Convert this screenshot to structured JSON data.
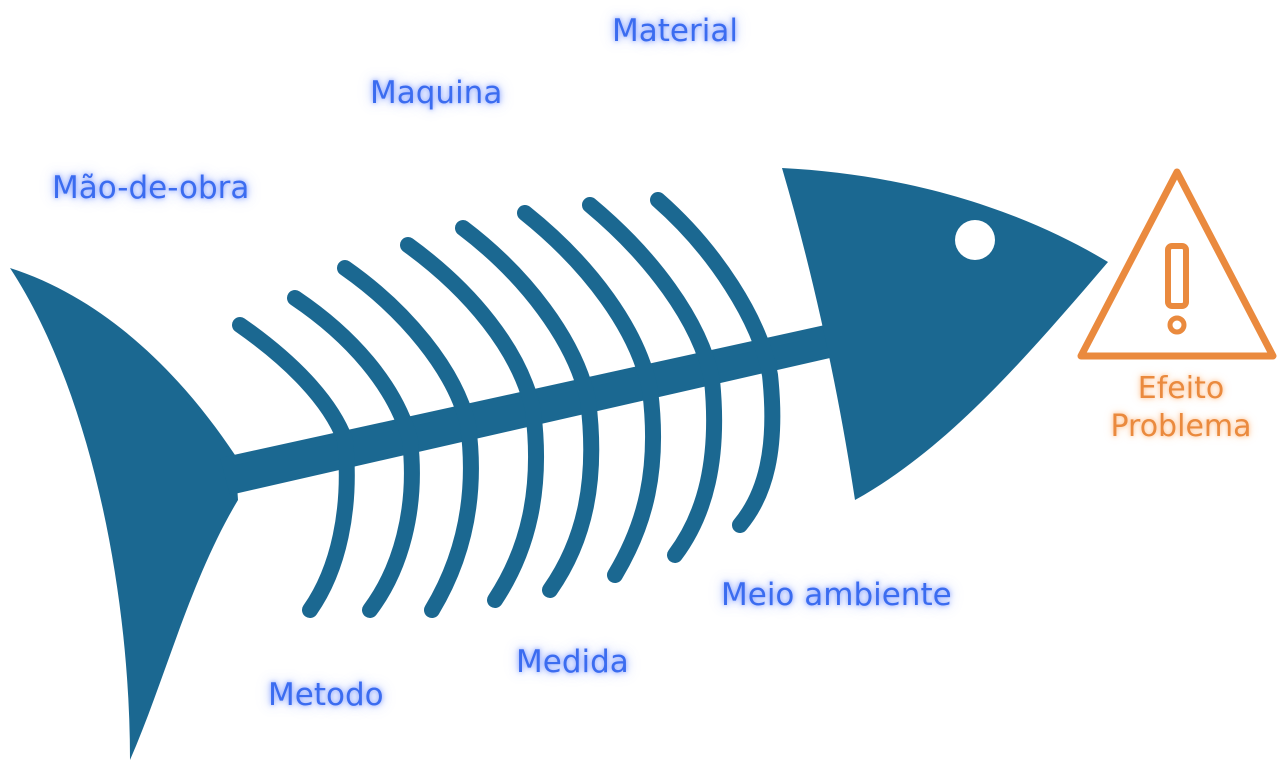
{
  "colors": {
    "fish": "#1b6891",
    "eye": "#ffffff",
    "cause_text": "#3b6cf0",
    "effect": "#ea8a3e",
    "background": "#ffffff"
  },
  "causes": {
    "material": "Material",
    "maquina": "Maquina",
    "mao_de_obra": "Mão-de-obra",
    "meio_ambiente": "Meio ambiente",
    "medida": "Medida",
    "metodo": "Metodo"
  },
  "effect": {
    "line1": "Efeito",
    "line2": "Problema",
    "icon": "warning-triangle-icon"
  },
  "fish": {
    "icon": "fishbone-icon",
    "rib_count": 8
  }
}
